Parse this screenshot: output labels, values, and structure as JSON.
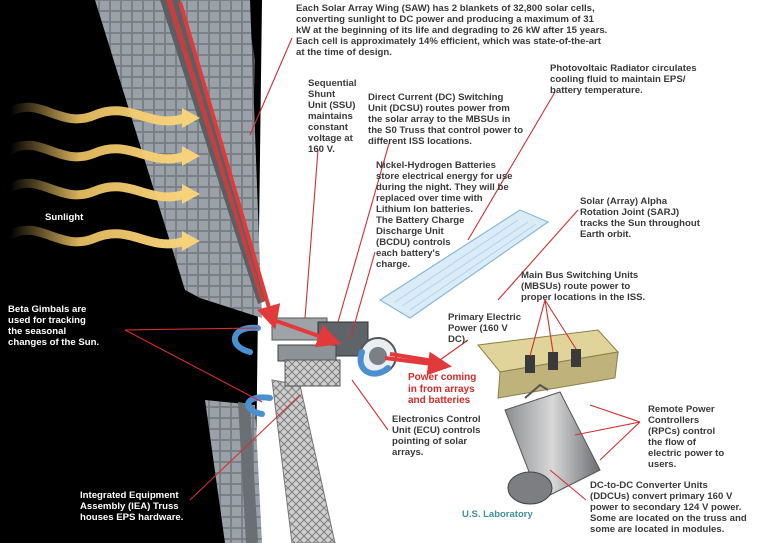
{
  "labels": {
    "saw": "Each Solar Array Wing (SAW) has 2 blankets of 32,800 solar cells,\nconverting sunlight to DC power and producing a maximum of 31\nkW at the beginning of its life and degrading to 26 kW after 15 years.\nEach cell is approximately 14% efficient, which was state-of-the-art\nat the time of design.",
    "ssu": "Sequential\nShunt\nUnit (SSU)\nmaintains\nconstant\nvoltage at\n160 V.",
    "dcsu": "Direct Current (DC) Switching\nUnit (DCSU) routes power from\nthe solar array to the MBSUs in\nthe S0 Truss that control power to\ndifferent ISS locations.",
    "radiator": "Photovoltaic Radiator circulates\ncooling fluid to maintain EPS/\nbattery temperature.",
    "batteries": "Nickel-Hydrogen Batteries\nstore electrical energy for use\nduring the night. They will be\nreplaced over time with\nLithium Ion batteries.\nThe Battery Charge\nDischarge Unit\n(BCDU) controls\neach battery's\ncharge.",
    "sarj": "Solar (Array) Alpha\nRotation Joint (SARJ)\ntracks the Sun throughout\nEarth orbit.",
    "sunlight": "Sunlight",
    "mbsu": "Main Bus Switching Units\n(MBSUs) route power to\nproper locations in the ISS.",
    "primary": "Primary Electric\nPower (160 V\nDC).",
    "beta": "Beta Gimbals are\nused for tracking\nthe seasonal\nchanges of the Sun.",
    "power_coming": "Power coming\nin from arrays\nand batteries",
    "rpc": "Remote Power\nControllers\n(RPCs) control\nthe flow of\nelectric power to\nusers.",
    "ecu": "Electronics Control\nUnit (ECU) controls\npointing of solar\narrays.",
    "ddcu": "DC-to-DC Converter Units\n(DDCUs) convert primary 160 V\npower to secondary 124 V power.\nSome are located on the truss and\nsome are located in modules.",
    "iea": "Integrated Equipment\nAssembly (IEA) Truss\nhouses EPS hardware.",
    "lab": "U.S. Laboratory"
  },
  "colors": {
    "space": "#000000",
    "panel": "#8a9096",
    "leader": "#d03030",
    "arrow": "#e23a3a",
    "sunlight": "#f3c866",
    "cooling": "#4a8fd0"
  }
}
